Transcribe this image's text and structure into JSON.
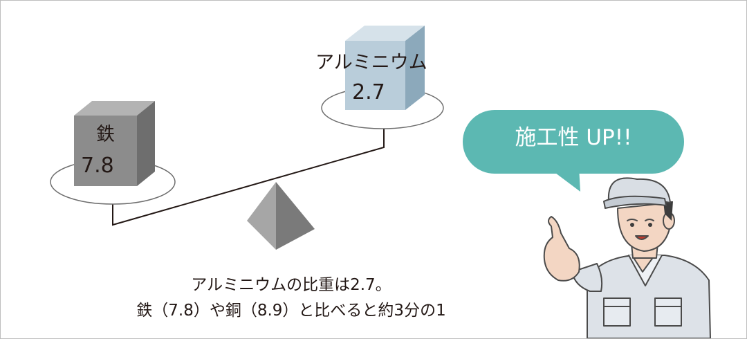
{
  "iron": {
    "name": "鉄",
    "value": "7.8"
  },
  "aluminium": {
    "name": "アルミニウム",
    "value": "2.7"
  },
  "bubble": {
    "text": "施工性 UP!!"
  },
  "caption": {
    "line1": "アルミニウムの比重は2.7。",
    "line2": "鉄（7.8）や銅（8.9）と比べると約3分の1"
  },
  "colors": {
    "iron_front": "#8c8c8c",
    "aluminium_front": "#b9cdda",
    "bubble": "#5cb8b2",
    "line": "#231815"
  }
}
